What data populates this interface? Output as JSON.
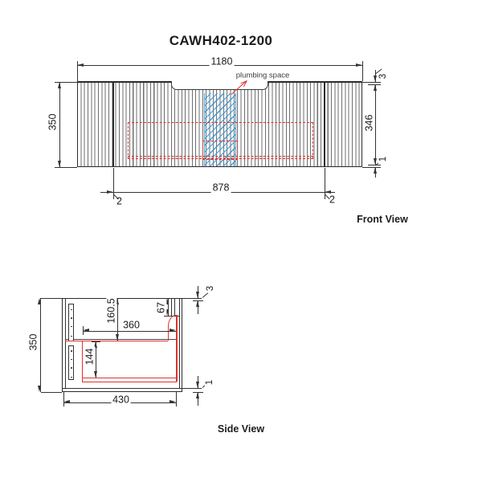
{
  "title": "CAWH402-1200",
  "colors": {
    "line": "#333333",
    "red": "#e0312d",
    "blue": "#4fa7da",
    "text": "#1c1c1c"
  },
  "front_view": {
    "label": "Front View",
    "plumbing_note": "plumbing space",
    "dims": {
      "overall_width": "1180",
      "overall_height": "350",
      "panel_height": "346",
      "top_gap": "3",
      "bottom_gap": "1",
      "opening_width": "878",
      "left_gap": "2",
      "right_gap": "2"
    }
  },
  "side_view": {
    "label": "Side View",
    "dims": {
      "overall_height": "350",
      "overall_depth": "430",
      "benchtop_to_drawer": "160.5",
      "drawer_depth": "360",
      "drawer_inner_height": "144",
      "top_rail_height": "67",
      "top_gap": "3",
      "bottom_gap": "1"
    }
  }
}
